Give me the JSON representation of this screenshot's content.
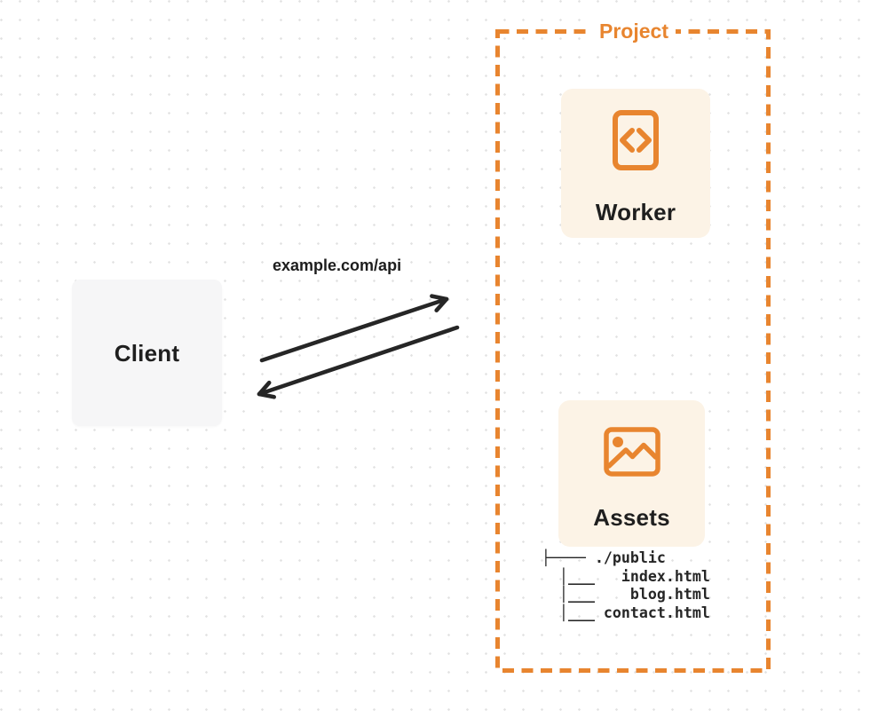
{
  "diagram": {
    "client": {
      "label": "Client"
    },
    "request": {
      "label": "example.com/api"
    },
    "project": {
      "label": "Project",
      "worker": {
        "label": "Worker",
        "icon": "code-file-icon"
      },
      "assets": {
        "label": "Assets",
        "icon": "image-icon"
      },
      "file_tree": {
        "lines": [
          "├──── ./public",
          "  │___   index.html",
          "  │___    blog.html",
          "  │___ contact.html"
        ]
      }
    },
    "colors": {
      "accent_orange": "#e8852f",
      "card_cream": "#fcf3e6",
      "client_gray": "#f6f6f7",
      "arrow_dark": "#262626",
      "dot_grid": "#e1e1e1"
    }
  }
}
